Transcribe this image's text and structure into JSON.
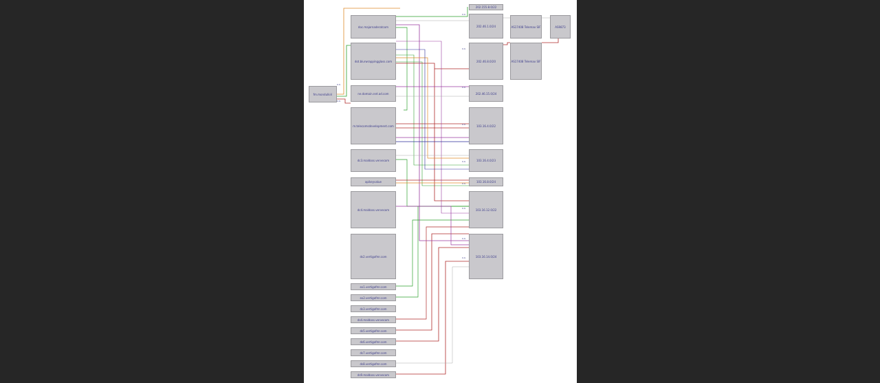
{
  "diagram": {
    "source_node": "fm.mondulkiri",
    "left_nodes": [
      "doc.majornaderatcom",
      "dot.blurwrappingglass.com",
      "ne.domain.net.ad.com",
      "m.telecomsdevelopment.com",
      "dc3.maldoss.vervecom",
      "apikeyvalue",
      "dc4.maldoss.vervecom",
      "ds2.vertigofmr.com",
      "ex1.vertigofmr.com",
      "ex2.vertigofmr.com",
      "ds3.vertigofmr.com",
      "ds4.maldoss.vervecom",
      "ds5.vertigofmr.com",
      "ds6.vertigofmr.com",
      "ds7.vertigofmr.com",
      "ds8.vertigofmr.com",
      "ds9.maldoss.vervecom"
    ],
    "right_nodes": [
      "202.155.8.0/22",
      "202.46.1.0/24",
      "202.46.8.0/20",
      "202.46.15.0/24",
      "103.16.4.0/22",
      "103.16.4.0/23",
      "103.16.8.0/24",
      "103.16.12.0/22",
      "103.16.14.0/24"
    ],
    "upstream_nodes": [
      "AS17408 Telemax SIF",
      "AS17408 Telemax SIF",
      "AS9873"
    ],
    "colors": {
      "node_fill": "#c9c8cc",
      "edge_colors": [
        "#2ea02e",
        "#b02a2a",
        "#9a3aa0",
        "#e08a2a",
        "#2a2a9a",
        "#888888"
      ]
    }
  }
}
